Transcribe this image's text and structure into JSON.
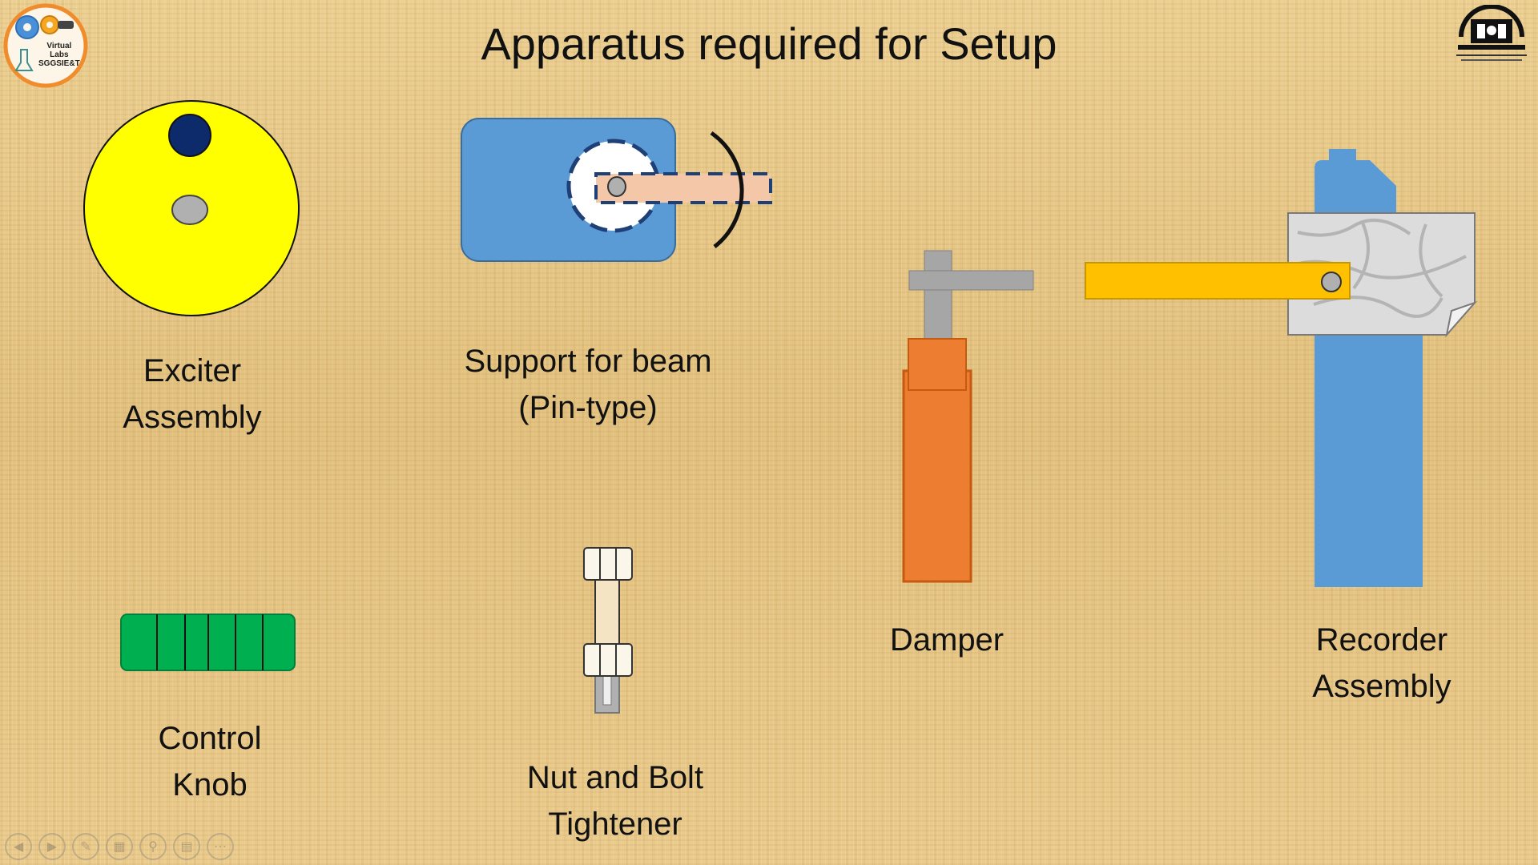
{
  "title": "Apparatus required for Setup",
  "logo_left": {
    "line1": "Virtual",
    "line2": "Labs",
    "line3": "SGGSIE&T"
  },
  "labels": {
    "exciter": [
      "Exciter",
      "Assembly"
    ],
    "support": [
      "Support for beam",
      "(Pin-type)"
    ],
    "damper": [
      "Damper"
    ],
    "recorder": [
      "Recorder",
      "Assembly"
    ],
    "knob": [
      "Control",
      "Knob"
    ],
    "nutbolt": [
      "Nut and Bolt",
      "Tightener"
    ]
  },
  "colors": {
    "exciter_disc": "#ffff00",
    "exciter_dot": "#0d2a6b",
    "support_block": "#5b9bd5",
    "beam_stub": "#f4c7a8",
    "damper_body": "#ed7d31",
    "recorder_body": "#5b9bd5",
    "recorder_arm": "#ffc000",
    "knob": "#00b050",
    "steel_gray": "#a6a6a6"
  },
  "nav_icons": [
    "prev-icon",
    "next-icon",
    "pen-icon",
    "slides-icon",
    "zoom-icon",
    "subtitles-icon",
    "more-icon"
  ]
}
